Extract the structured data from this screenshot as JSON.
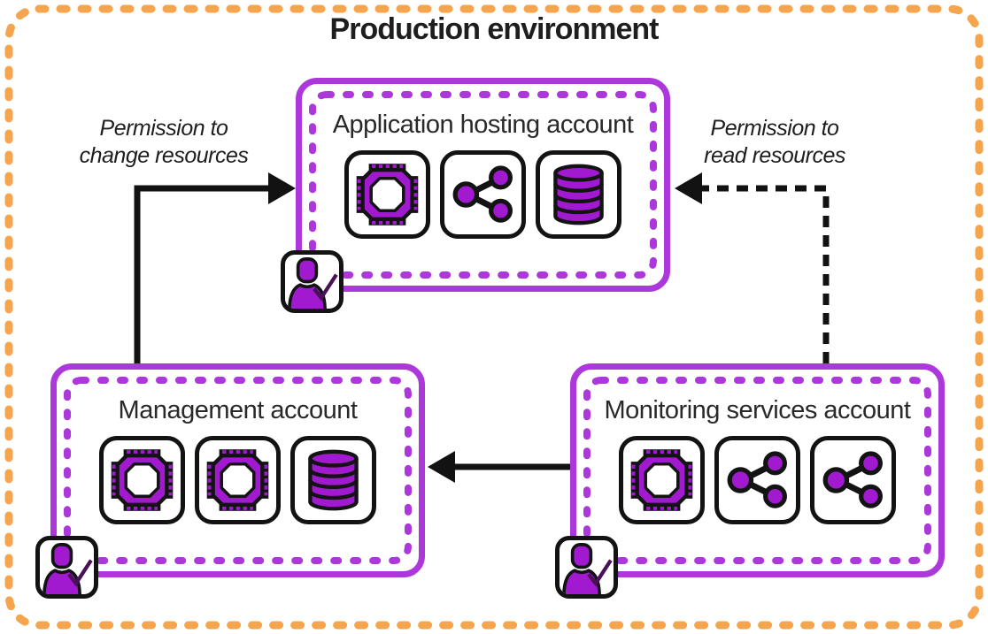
{
  "diagram": {
    "title": "Production environment",
    "accounts": [
      {
        "id": "application-hosting",
        "label": "Application hosting account",
        "icons": [
          "cpu-chip",
          "share-network",
          "database"
        ],
        "badge": "user-check"
      },
      {
        "id": "management",
        "label": "Management account",
        "icons": [
          "cpu-chip",
          "cpu-chip",
          "database"
        ],
        "badge": "user-check"
      },
      {
        "id": "monitoring",
        "label": "Monitoring services account",
        "icons": [
          "cpu-chip",
          "share-network",
          "share-network"
        ],
        "badge": "user-check"
      }
    ],
    "edges": [
      {
        "from": "management",
        "to": "application-hosting",
        "style": "solid",
        "label": "Permission to change resources"
      },
      {
        "from": "monitoring",
        "to": "application-hosting",
        "style": "dashed",
        "label": "Permission to read resources"
      },
      {
        "from": "monitoring",
        "to": "management",
        "style": "solid",
        "label": ""
      }
    ],
    "labels": {
      "change": {
        "line1": "Permission to",
        "line2": "change resources"
      },
      "read": {
        "line1": "Permission to",
        "line2": "read resources"
      }
    },
    "colors": {
      "frame_orange": "#F5A54E",
      "box_border_purple": "#AC38DC",
      "icon_fill_purple": "#A11AD0",
      "checkmark_purple": "#4A1159",
      "arrow_black": "#121212",
      "text_black": "#1F1D1E"
    }
  }
}
